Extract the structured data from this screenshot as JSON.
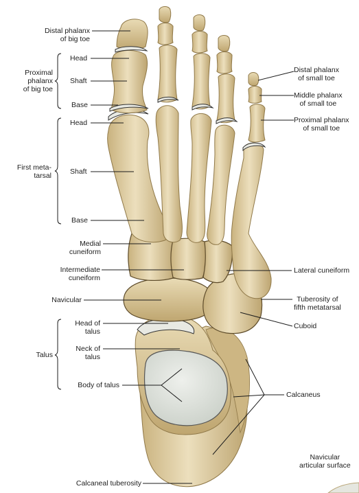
{
  "colors": {
    "bone": "#e3d3a9",
    "bone_shadow": "#b89f6c",
    "bone_dark": "#8f7848",
    "cartilage": "#dde1da",
    "line": "#1b1b1b"
  },
  "labels": {
    "distal_phalanx_big_toe": [
      "Distal phalanx",
      "of big toe"
    ],
    "proximal_phalanx_big_toe": [
      "Proximal",
      "phalanx",
      "of big toe"
    ],
    "head_1": "Head",
    "shaft_1": "Shaft",
    "base_1": "Base",
    "first_metatarsal": [
      "First meta-",
      "tarsal"
    ],
    "head_2": "Head",
    "shaft_2": "Shaft",
    "base_2": "Base",
    "medial_cuneiform": [
      "Medial",
      "cuneiform"
    ],
    "intermediate_cuneiform": [
      "Intermediate",
      "cuneiform"
    ],
    "navicular": "Navicular",
    "talus": "Talus",
    "head_of_talus": [
      "Head of",
      "talus"
    ],
    "neck_of_talus": [
      "Neck of",
      "talus"
    ],
    "body_of_talus": "Body of talus",
    "calcaneal_tuberosity": "Calcaneal tuberosity",
    "distal_phalanx_small_toe": [
      "Distal phalanx",
      "of small toe"
    ],
    "middle_phalanx_small_toe": [
      "Middle phalanx",
      "of small toe"
    ],
    "proximal_phalanx_small_toe": [
      "Proximal phalanx",
      "of small toe"
    ],
    "lateral_cuneiform": "Lateral cuneiform",
    "tuberosity_fifth_metatarsal": [
      "Tuberosity of",
      "fifth metatarsal"
    ],
    "cuboid": "Cuboid",
    "calcaneus": "Calcaneus",
    "navicular_articular_surface": [
      "Navicular",
      "articular surface"
    ]
  }
}
